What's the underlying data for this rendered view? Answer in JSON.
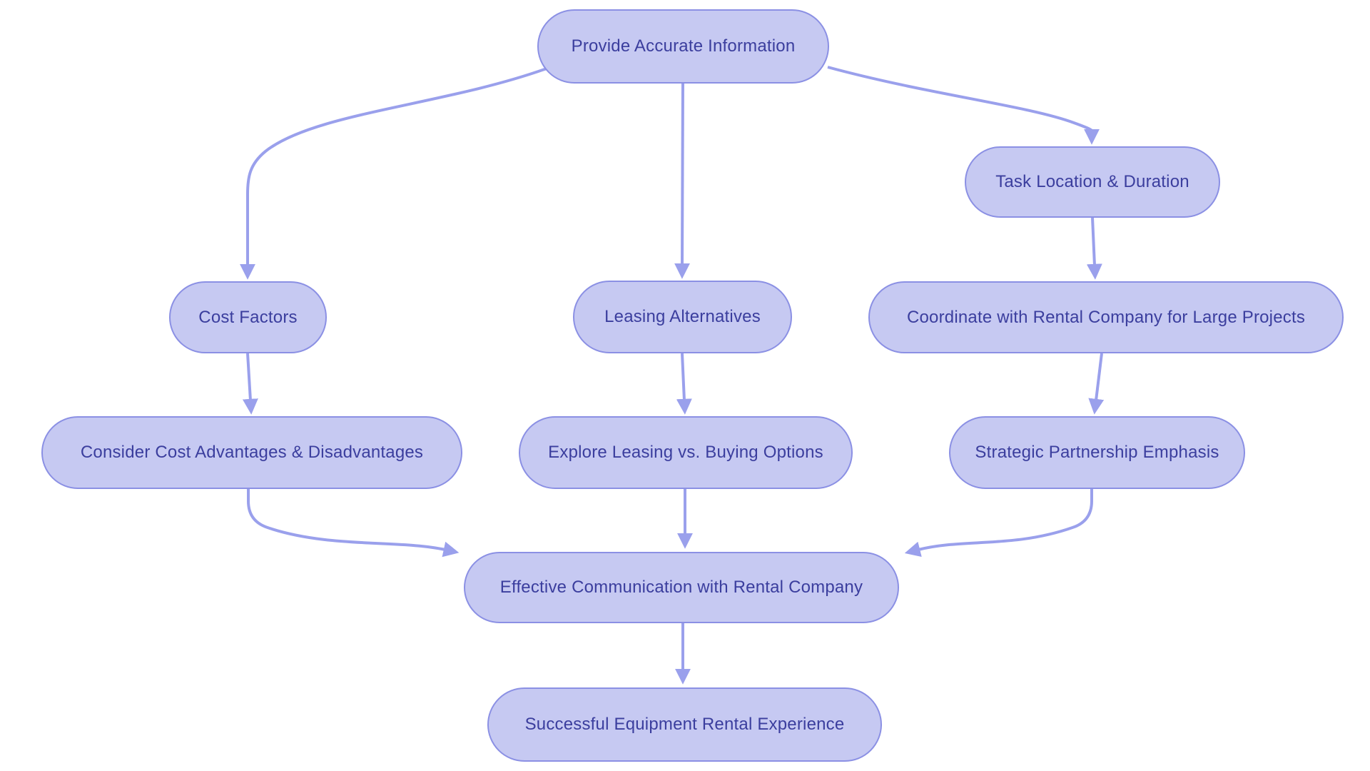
{
  "flowchart": {
    "background_color": "#ffffff",
    "node_fill_color": "#c6c9f2",
    "node_border_color": "#8b90e4",
    "node_text_color": "#3b3e9e",
    "arrow_color": "#9aa0ec",
    "nodes": [
      {
        "id": "provide",
        "label": "Provide Accurate Information"
      },
      {
        "id": "task",
        "label": "Task Location & Duration"
      },
      {
        "id": "cost",
        "label": "Cost Factors"
      },
      {
        "id": "leasing",
        "label": "Leasing Alternatives"
      },
      {
        "id": "coordinate",
        "label": "Coordinate with Rental Company for Large Projects"
      },
      {
        "id": "consider",
        "label": "Consider Cost Advantages & Disadvantages"
      },
      {
        "id": "explore",
        "label": "Explore Leasing vs. Buying Options"
      },
      {
        "id": "strategic",
        "label": "Strategic Partnership Emphasis"
      },
      {
        "id": "effective",
        "label": "Effective Communication with Rental Company"
      },
      {
        "id": "successful",
        "label": "Successful Equipment Rental Experience"
      }
    ],
    "edges": [
      {
        "from": "provide",
        "to": "cost"
      },
      {
        "from": "provide",
        "to": "leasing"
      },
      {
        "from": "provide",
        "to": "task"
      },
      {
        "from": "task",
        "to": "coordinate"
      },
      {
        "from": "cost",
        "to": "consider"
      },
      {
        "from": "leasing",
        "to": "explore"
      },
      {
        "from": "coordinate",
        "to": "strategic"
      },
      {
        "from": "consider",
        "to": "effective"
      },
      {
        "from": "explore",
        "to": "effective"
      },
      {
        "from": "strategic",
        "to": "effective"
      },
      {
        "from": "effective",
        "to": "successful"
      }
    ]
  }
}
